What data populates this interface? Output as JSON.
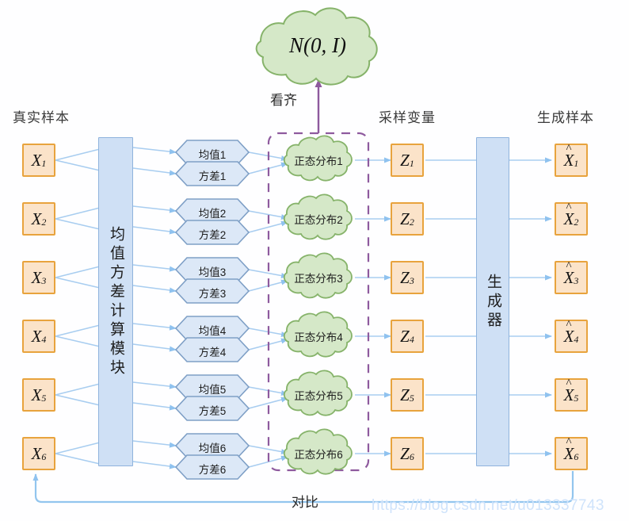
{
  "diagram": {
    "title": "VAE structure diagram",
    "colors": {
      "var_box_fill": "#fbe3c9",
      "var_box_border": "#e8a33d",
      "module_fill": "#cfe0f5",
      "module_border": "#8fb3dd",
      "hex_fill": "#dce8f7",
      "hex_border": "#7e9fc6",
      "cloud_fill": "#d5e8c8",
      "cloud_border": "#86b36a",
      "arrow_blue": "#a8cdf0",
      "dashed_purple": "#8e5a9e",
      "align_arrow": "#8e5a9e",
      "background": "#fefeff"
    }
  },
  "headers": {
    "real_samples": "真实样本",
    "sampling_variables": "采样变量",
    "generated_samples": "生成样本"
  },
  "modules": {
    "mean_variance": "均值方差计算模块",
    "generator": "生成器"
  },
  "top_cloud": {
    "label": "N(0, I)"
  },
  "annotations": {
    "align": "看齐",
    "compare": "对比"
  },
  "rows": [
    {
      "input": "X",
      "input_sub": "1",
      "mean": "均值1",
      "variance": "方差1",
      "distribution": "正态分布1",
      "latent": "Z",
      "latent_sub": "1",
      "output": "X",
      "output_sub": "1"
    },
    {
      "input": "X",
      "input_sub": "2",
      "mean": "均值2",
      "variance": "方差2",
      "distribution": "正态分布2",
      "latent": "Z",
      "latent_sub": "2",
      "output": "X",
      "output_sub": "2"
    },
    {
      "input": "X",
      "input_sub": "3",
      "mean": "均值3",
      "variance": "方差3",
      "distribution": "正态分布3",
      "latent": "Z",
      "latent_sub": "3",
      "output": "X",
      "output_sub": "3"
    },
    {
      "input": "X",
      "input_sub": "4",
      "mean": "均值4",
      "variance": "方差4",
      "distribution": "正态分布4",
      "latent": "Z",
      "latent_sub": "4",
      "output": "X",
      "output_sub": "4"
    },
    {
      "input": "X",
      "input_sub": "5",
      "mean": "均值5",
      "variance": "方差5",
      "distribution": "正态分布5",
      "latent": "Z",
      "latent_sub": "5",
      "output": "X",
      "output_sub": "5"
    },
    {
      "input": "X",
      "input_sub": "6",
      "mean": "均值6",
      "variance": "方差6",
      "distribution": "正态分布6",
      "latent": "Z",
      "latent_sub": "6",
      "output": "X",
      "output_sub": "6"
    }
  ],
  "watermark": {
    "text": "https://blog.csdn.net/u013337743"
  }
}
